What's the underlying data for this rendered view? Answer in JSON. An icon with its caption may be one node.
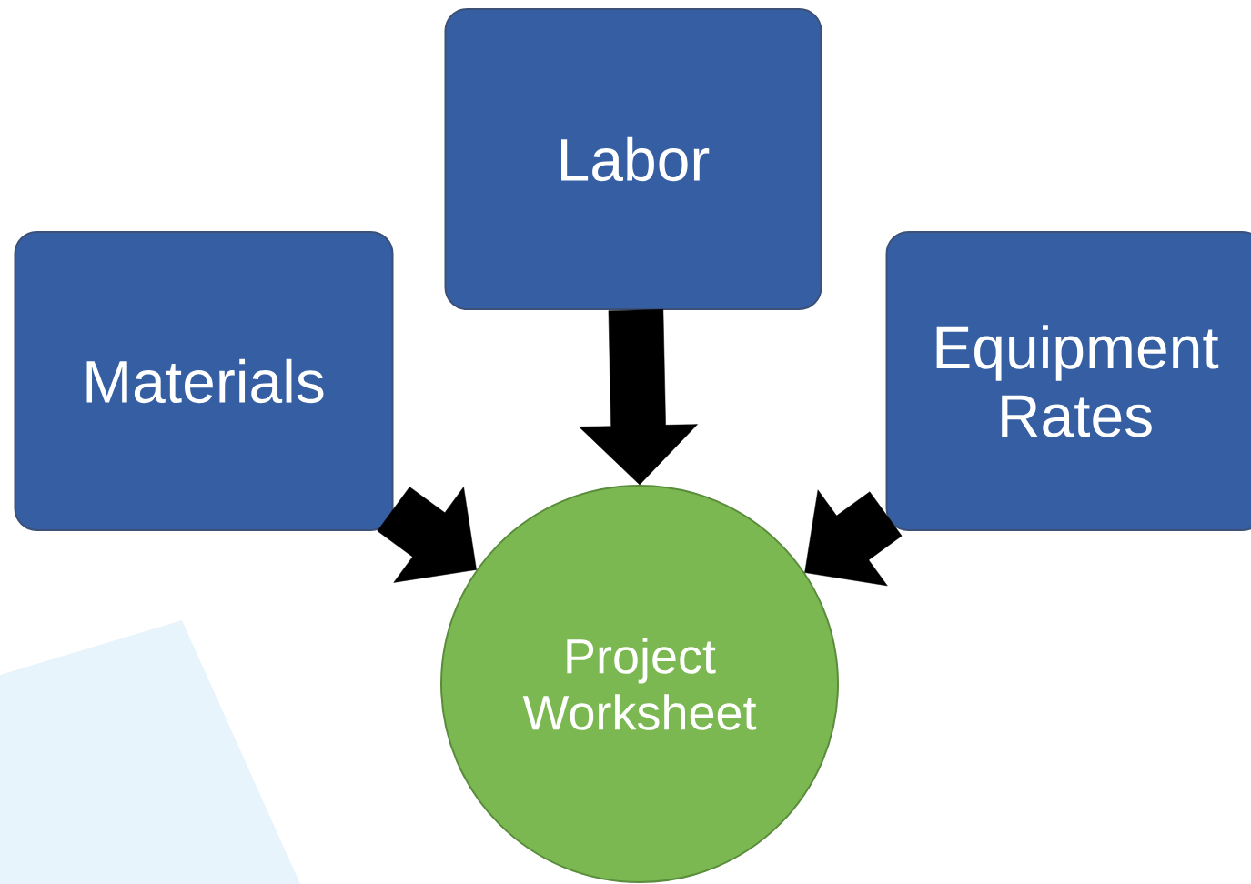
{
  "diagram": {
    "nodes": [
      {
        "text": [
          "Labor"
        ]
      },
      {
        "text": [
          "Materials"
        ]
      },
      {
        "text": [
          "Equipment Rates"
        ]
      },
      {
        "text": [
          "Project Worksheet"
        ]
      }
    ],
    "edges": [
      {
        "from": 0,
        "to": 3,
        "arrow": "to"
      },
      {
        "from": 1,
        "to": 3,
        "arrow": "to"
      },
      {
        "from": 2,
        "to": 3,
        "arrow": "to"
      }
    ]
  }
}
